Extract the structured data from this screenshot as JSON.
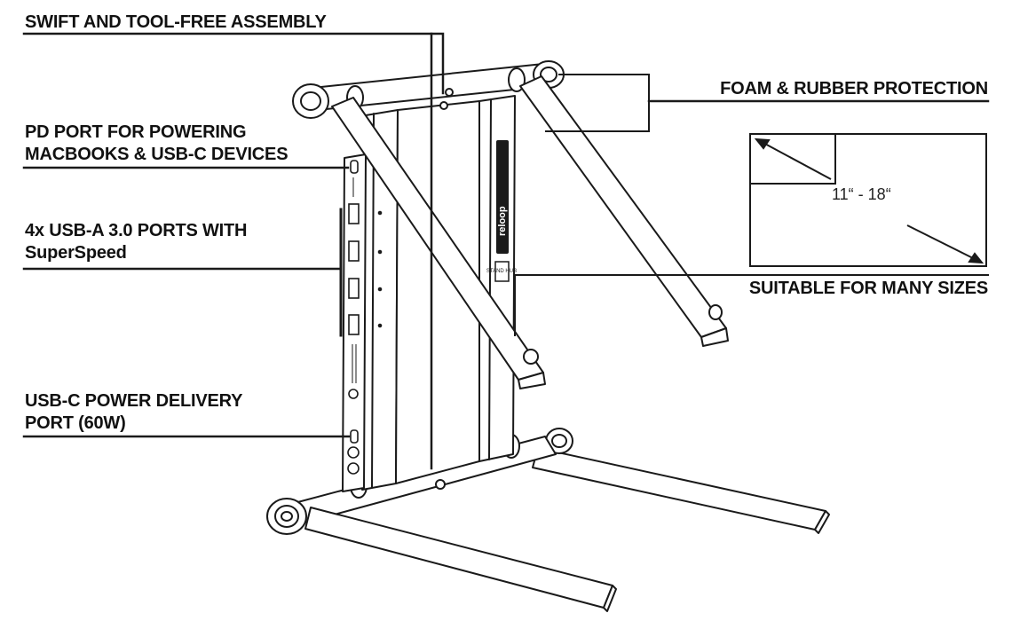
{
  "callouts": {
    "assembly": "SWIFT AND TOOL-FREE ASSEMBLY",
    "foam": "FOAM & RUBBER PROTECTION",
    "pd_line1": "PD PORT FOR POWERING",
    "pd_line2": "MACBOOKS & USB-C DEVICES",
    "usba_line1": "4x USB-A 3.0 PORTS WITH",
    "usba_line2": "SuperSpeed",
    "suitable": "SUITABLE FOR MANY SIZES",
    "usbc_line1": "USB-C POWER DELIVERY",
    "usbc_line2": "PORT (60W)"
  },
  "size_diagram": {
    "range_label": "11“ - 18“"
  },
  "product": {
    "brand_logo": "reloop",
    "model_badge": "STAND HUB"
  }
}
